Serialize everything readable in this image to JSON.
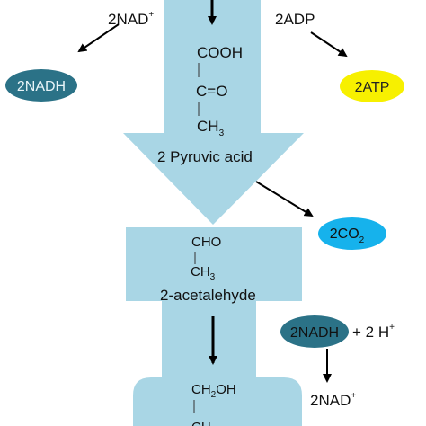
{
  "colors": {
    "flow": "#a9d6e5",
    "nadh_oval": "#2b7287",
    "atp_oval": "#f7f000",
    "co2_oval": "#16b2ec",
    "arrow": "#000000"
  },
  "labels": {
    "nad_top": "2NAD",
    "nad_top_sup": "+",
    "adp": "2ADP",
    "nadh_left": "2NADH",
    "atp": "2ATP",
    "pyruvic_cooh": "COOH",
    "pyruvic_co": "C=O",
    "pyruvic_ch": "CH",
    "pyruvic_ch_sub": "3",
    "pyruvic_name": "2 Pyruvic acid",
    "co2": "2CO",
    "co2_sub": "2",
    "acet_cho": "CHO",
    "acet_ch": "CH",
    "acet_ch_sub": "3",
    "acet_name": "2-acetalehyde",
    "nadh_h_oval": "2NADH",
    "nadh_h_rest": "+  2 H",
    "nadh_h_sup": "+",
    "nad_bottom": "2NAD",
    "nad_bottom_sup": "+",
    "eth_ch2oh": "CH",
    "eth_ch2oh_sub": "2",
    "eth_ch2oh_tail": "OH",
    "eth_ch_partial": "CH"
  }
}
